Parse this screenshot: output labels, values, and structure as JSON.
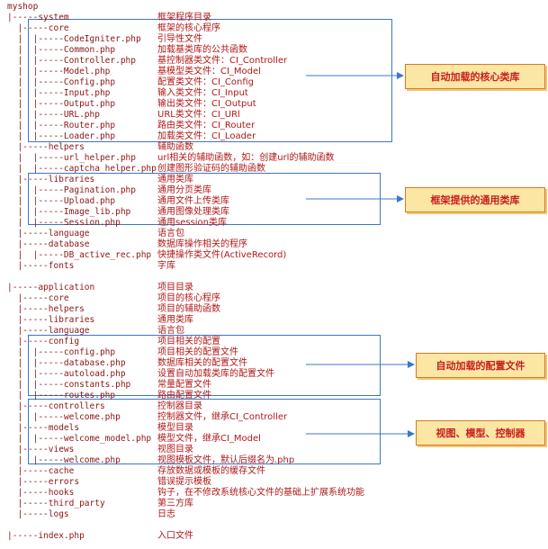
{
  "tree": [
    {
      "t": "myshop",
      "c": ""
    },
    {
      "t": "|-----system",
      "c": "框架程序目录"
    },
    {
      "t": "  |-----core",
      "c": "框架的核心程序"
    },
    {
      "t": "  |  |-----CodeIgniter.php",
      "c": "引导性文件"
    },
    {
      "t": "  |  |-----Common.php",
      "c": "加载基类库的公共函数"
    },
    {
      "t": "  |  |-----Controller.php",
      "c": "基控制器类文件：CI_Controller"
    },
    {
      "t": "  |  |-----Model.php",
      "c": "基模型类文件：CI_Model"
    },
    {
      "t": "  |  |-----Config.php",
      "c": "配置类文件：CI_Config"
    },
    {
      "t": "  |  |-----Input.php",
      "c": "输入类文件：CI_Input"
    },
    {
      "t": "  |  |-----Output.php",
      "c": "输出类文件：CI_Output"
    },
    {
      "t": "  |  |-----URL.php",
      "c": "URL类文件：CI_URl"
    },
    {
      "t": "  |  |-----Router.php",
      "c": "路由类文件：CI_Router"
    },
    {
      "t": "  |  |-----Loader.php",
      "c": "加载类文件：CI_Loader"
    },
    {
      "t": "  |-----helpers",
      "c": "辅助函数"
    },
    {
      "t": "  |  |-----url_helper.php",
      "c": "url相关的辅助函数，如：创建url的辅助函数"
    },
    {
      "t": "  |  |-----captcha_helper.php",
      "c": "创建图形验证码的辅助函数"
    },
    {
      "t": "  |-----libraries",
      "c": "通用类库"
    },
    {
      "t": "  |  |-----Pagination.php",
      "c": "通用分页类库"
    },
    {
      "t": "  |  |-----Upload.php",
      "c": "通用文件上传类库"
    },
    {
      "t": "  |  |-----Image_lib.php",
      "c": "通用图像处理类库"
    },
    {
      "t": "  |  |-----Session.php",
      "c": "通用session类库"
    },
    {
      "t": "  |-----language",
      "c": "语言包"
    },
    {
      "t": "  |-----database",
      "c": "数据库操作相关的程序"
    },
    {
      "t": "  |  |-----DB_active_rec.php",
      "c": "快捷操作类文件(ActiveRecord)"
    },
    {
      "t": "  |-----fonts",
      "c": "字库"
    },
    {
      "t": "",
      "c": ""
    },
    {
      "t": "|-----application",
      "c": "项目目录"
    },
    {
      "t": "  |-----core",
      "c": "项目的核心程序"
    },
    {
      "t": "  |-----helpers",
      "c": "项目的辅助函数"
    },
    {
      "t": "  |-----libraries",
      "c": "通用类库"
    },
    {
      "t": "  |-----language",
      "c": "语言包"
    },
    {
      "t": "  |-----config",
      "c": "项目相关的配置"
    },
    {
      "t": "  |  |-----config.php",
      "c": "项目相关的配置文件"
    },
    {
      "t": "  |  |-----database.php",
      "c": "数据库相关的配置文件"
    },
    {
      "t": "  |  |-----autoload.php",
      "c": "设置自动加载类库的配置文件"
    },
    {
      "t": "  |  |-----constants.php",
      "c": "常量配置文件"
    },
    {
      "t": "  |  |-----routes.php",
      "c": "路由配置文件"
    },
    {
      "t": "  |-----controllers",
      "c": "控制器目录"
    },
    {
      "t": "  |  |-----welcome.php",
      "c": "控制器文件，继承CI_Controller"
    },
    {
      "t": "  |-----models",
      "c": "模型目录"
    },
    {
      "t": "  |  |-----welcome_model.php",
      "c": "模型文件，继承CI_Model"
    },
    {
      "t": "  |-----views",
      "c": "视图目录"
    },
    {
      "t": "  |  |-----welcome.php",
      "c": "视图模板文件，默认后缀名为.php"
    },
    {
      "t": "  |-----cache",
      "c": "存放数据或模板的缓存文件"
    },
    {
      "t": "  |-----errors",
      "c": "错误提示模板"
    },
    {
      "t": "  |-----hooks",
      "c": "钩子，在不修改系统核心文件的基础上扩展系统功能"
    },
    {
      "t": "  |-----third_party",
      "c": "第三方库"
    },
    {
      "t": "  |-----logs",
      "c": "日志"
    },
    {
      "t": "",
      "c": ""
    },
    {
      "t": "|-----index.php",
      "c": "入口文件"
    }
  ],
  "callouts": [
    "自动加载的核心类库",
    "框架提供的通用类库",
    "自动加载的配置文件",
    "视图、模型、控制器"
  ],
  "colors": {
    "text": "#8a1414",
    "box": "#3a78c8",
    "callout_bg": "#fbe6a4",
    "callout_text": "#c81e1e"
  }
}
